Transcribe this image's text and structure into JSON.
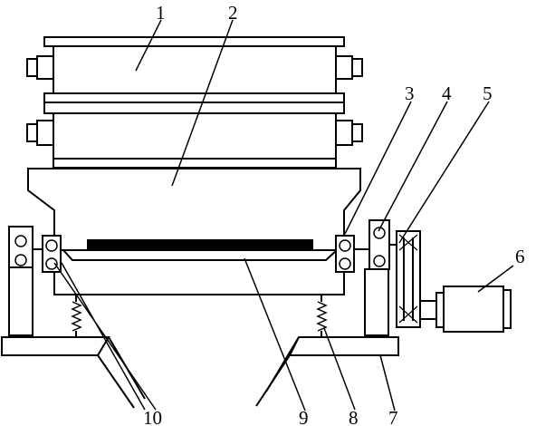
{
  "diagram": {
    "labels": {
      "l1": "1",
      "l2": "2",
      "l3": "3",
      "l4": "4",
      "l5": "5",
      "l6": "6",
      "l7": "7",
      "l8": "8",
      "l9": "9",
      "l10": "10"
    },
    "parts": [
      "sieve-frame-upper",
      "sieve-frame-lower",
      "screen-box-body",
      "bearing-right",
      "pulley",
      "belt",
      "motor",
      "base-frame",
      "spring",
      "screen-mesh",
      "bearing-left"
    ]
  }
}
